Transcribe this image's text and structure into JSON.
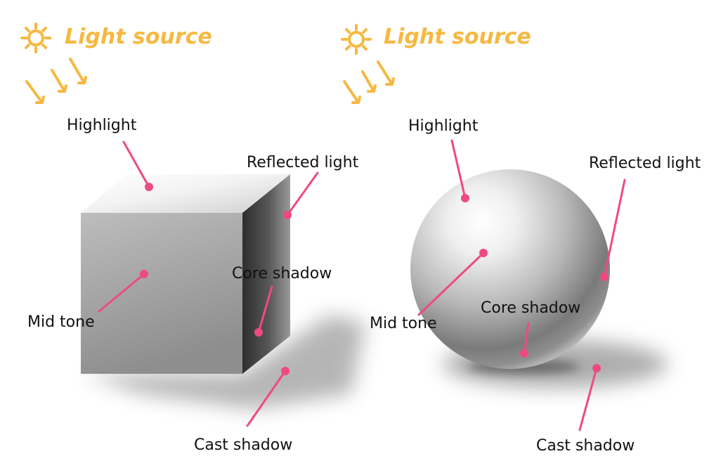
{
  "colors": {
    "annotation": "#ee4a82",
    "sun": "#f7b841",
    "label_text": "#111111"
  },
  "cube_panel": {
    "light_label": "Light source",
    "labels": {
      "highlight": "Highlight",
      "reflected": "Reflected light",
      "midtone": "Mid tone",
      "core": "Core shadow",
      "cast": "Cast shadow"
    }
  },
  "sphere_panel": {
    "light_label": "Light source",
    "labels": {
      "highlight": "Highlight",
      "reflected": "Reflected light",
      "midtone": "Mid tone",
      "core": "Core shadow",
      "cast": "Cast shadow"
    }
  }
}
